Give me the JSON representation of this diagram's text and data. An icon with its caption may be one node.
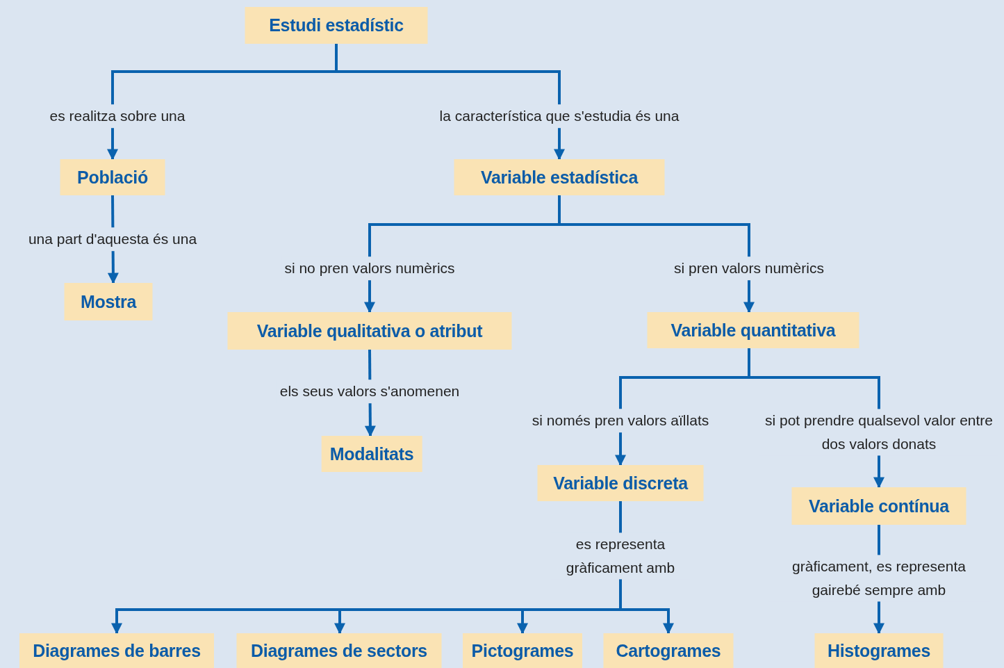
{
  "diagram": {
    "nodes": [
      {
        "text": [
          "Estudi estadístic"
        ]
      },
      {
        "text": [
          "Població"
        ]
      },
      {
        "text": [
          "Variable estadística"
        ]
      },
      {
        "text": [
          "Mostra"
        ]
      },
      {
        "text": [
          "Variable qualitativa o atribut"
        ]
      },
      {
        "text": [
          "Variable quantitativa"
        ]
      },
      {
        "text": [
          "Modalitats"
        ]
      },
      {
        "text": [
          "Variable discreta"
        ]
      },
      {
        "text": [
          "Variable contínua"
        ]
      },
      {
        "text": [
          "Diagrames de barres"
        ]
      },
      {
        "text": [
          "Diagrames de sectors"
        ]
      },
      {
        "text": [
          "Pictogrames"
        ]
      },
      {
        "text": [
          "Cartogrames"
        ]
      },
      {
        "text": [
          "Histogrames"
        ]
      }
    ],
    "edges": [
      {
        "from": 0,
        "to": 1,
        "arrow": "to",
        "label": "es realitza sobre una"
      },
      {
        "from": 0,
        "to": 2,
        "arrow": "to",
        "label": "la característica que s'estudia és una"
      },
      {
        "from": 1,
        "to": 3,
        "arrow": "to",
        "label": "una part d'aquesta és una"
      },
      {
        "from": 2,
        "to": 4,
        "arrow": "to",
        "label": "si no pren valors numèrics"
      },
      {
        "from": 2,
        "to": 5,
        "arrow": "to",
        "label": "si pren valors numèrics"
      },
      {
        "from": 4,
        "to": 6,
        "arrow": "to",
        "label": "els seus valors s'anomenen"
      },
      {
        "from": 5,
        "to": 7,
        "arrow": "to",
        "label": "si només pren valors aïllats"
      },
      {
        "from": 5,
        "to": 8,
        "arrow": "to",
        "label": "si pot prendre qualsevol valor entre dos valors donats"
      },
      {
        "from": 7,
        "to": 9,
        "arrow": "to",
        "label": "es representa gràficament amb"
      },
      {
        "from": 7,
        "to": 10,
        "arrow": "to"
      },
      {
        "from": 7,
        "to": 11,
        "arrow": "to"
      },
      {
        "from": 7,
        "to": 12,
        "arrow": "to"
      },
      {
        "from": 8,
        "to": 13,
        "arrow": "to",
        "label": "gràficament, es representa gairebé sempre amb"
      }
    ]
  }
}
